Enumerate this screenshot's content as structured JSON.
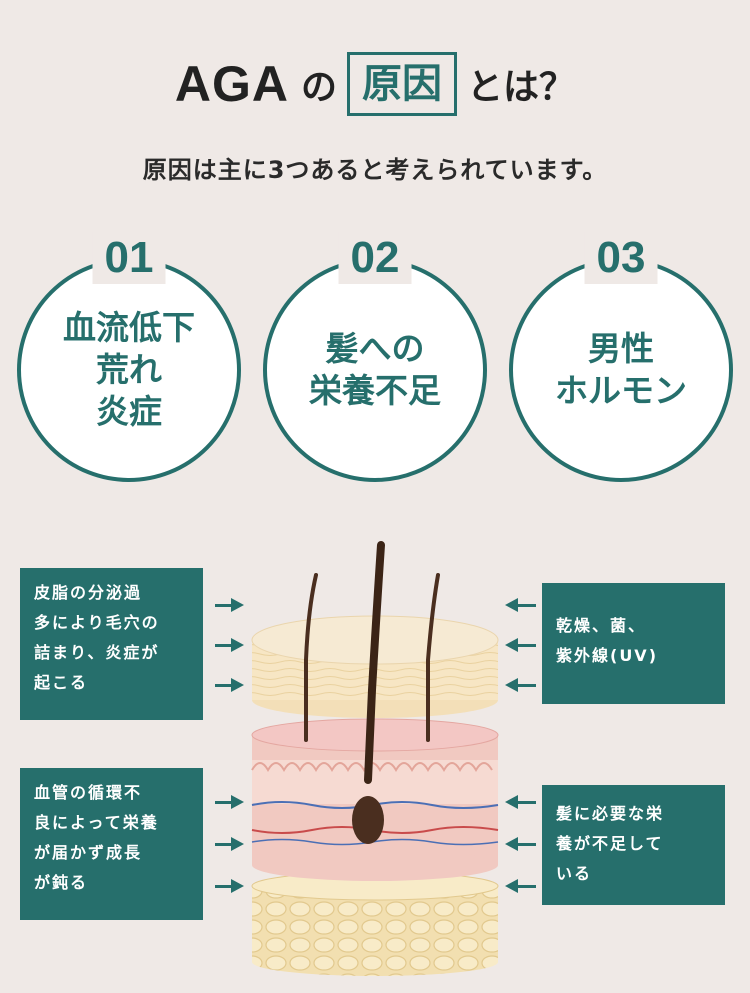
{
  "header": {
    "title_prefix": "AGA",
    "title_particle": "の",
    "title_highlight": "原因",
    "title_suffix": "とは？",
    "subtitle": "原因は主に3つあると考えられています。"
  },
  "causes": [
    {
      "number": "01",
      "lines": [
        "血流低下",
        "荒れ",
        "炎症"
      ]
    },
    {
      "number": "02",
      "lines": [
        "髪への",
        "栄養不足"
      ]
    },
    {
      "number": "03",
      "lines": [
        "男性",
        "ホルモン"
      ]
    }
  ],
  "callouts": {
    "top_left": [
      "皮脂の分泌過",
      "多により毛穴の",
      "詰まり、炎症が",
      "起こる"
    ],
    "bottom_left": [
      "血管の循環不",
      "良によって栄養",
      "が届かず成長",
      "が鈍る"
    ],
    "top_right": [
      "乾燥、菌、",
      "紫外線(UV)"
    ],
    "bottom_right": [
      "髪に必要な栄",
      "養が不足して",
      "いる"
    ]
  },
  "colors": {
    "accent": "#266f6c",
    "background": "#efe9e6"
  },
  "icons": [
    "arrow-right-icon",
    "arrow-left-icon"
  ]
}
